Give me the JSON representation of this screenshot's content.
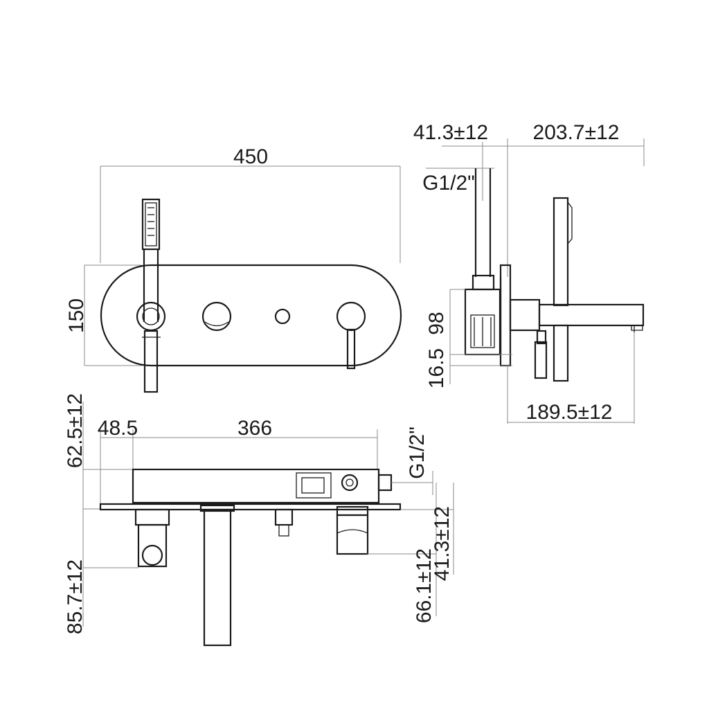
{
  "dimensions": {
    "front_width": "450",
    "front_height": "150",
    "side_offset_top": "41.3±12",
    "side_depth_top": "203.7±12",
    "side_thread": "G1/2\"",
    "side_height": "98",
    "side_base": "16.5",
    "side_depth_bottom": "189.5±12",
    "top_left_offset": "48.5",
    "top_length": "366",
    "top_depth": "62.5±12",
    "top_thread": "G1/2\"",
    "top_offset_a": "41.3±12",
    "top_offset_b": "66.1±12",
    "top_drop": "85.7±12"
  }
}
